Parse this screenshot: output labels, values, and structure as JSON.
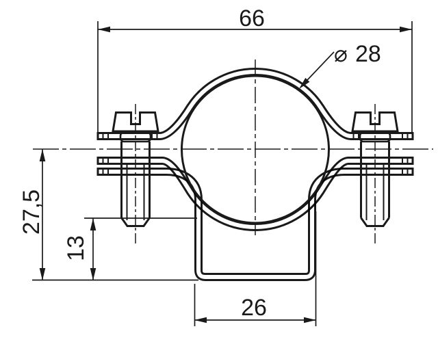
{
  "drawing": {
    "kind": "technical-drawing",
    "subject": "two-screw pipe clamp with weld-on base saddle",
    "background": "#ffffff",
    "line_color": "#1a1a1a"
  },
  "dims": {
    "overall_width": "66",
    "diameter_symbol": "⌀",
    "diameter_value": "28",
    "height_total": "27,5",
    "height_screw_tip": "13",
    "base_width": "26"
  }
}
